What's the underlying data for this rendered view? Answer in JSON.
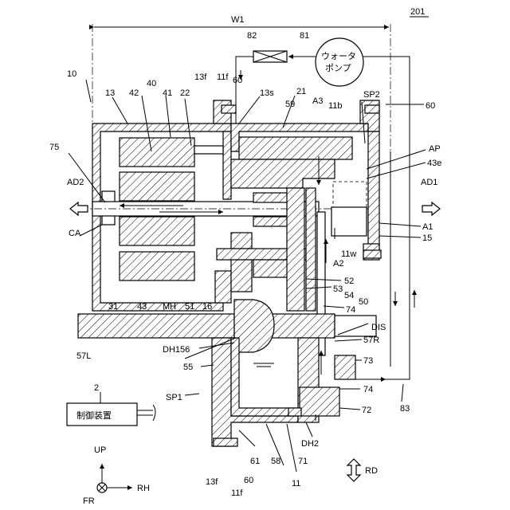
{
  "figure_number": "201",
  "labels": {
    "W1": "W1",
    "n82": "82",
    "n81": "81",
    "pump_line1": "ウォータ",
    "pump_line2": "ポンプ",
    "n10": "10",
    "n13f_top": "13f",
    "n11f_top": "11f",
    "n60_top_left": "60",
    "n13s": "13s",
    "n21": "21",
    "SP2": "SP2",
    "n60_top_right": "60",
    "n13": "13",
    "n42": "42",
    "n40": "40",
    "n41": "41",
    "n22": "22",
    "n59": "59",
    "A3": "A3",
    "n11b": "11b",
    "n75": "75",
    "AP": "AP",
    "n43e": "43e",
    "AD2": "AD2",
    "AD1": "AD1",
    "CA": "CA",
    "A1": "A1",
    "n15": "15",
    "n11w": "11w",
    "A2": "A2",
    "n52": "52",
    "n53": "53",
    "n54": "54",
    "n50": "50",
    "n31": "31",
    "n43": "43",
    "MH": "MH",
    "n51": "51",
    "n16": "16",
    "n74_upper": "74",
    "DIS": "DIS",
    "n57L": "57L",
    "DH1": "DH1",
    "n57R": "57R",
    "n56": "56",
    "n55": "55",
    "n73": "73",
    "n74_lower": "74",
    "n83": "83",
    "n2": "2",
    "control_box": "制御装置",
    "SP1": "SP1",
    "n72": "72",
    "DH2": "DH2",
    "UP": "UP",
    "RD": "RD",
    "FR": "FR",
    "RH": "RH",
    "n13f_bottom": "13f",
    "n11f_bottom": "11f",
    "n60_bottom": "60",
    "n61": "61",
    "n58": "58",
    "n71": "71",
    "n11": "11"
  },
  "colors": {
    "line": "#000000",
    "background": "#ffffff"
  }
}
